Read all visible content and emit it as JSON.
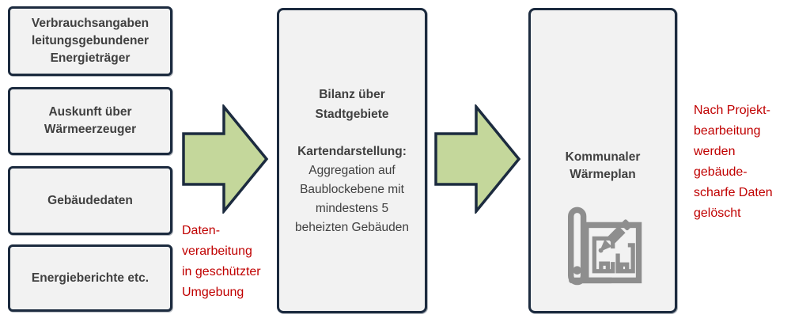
{
  "diagram": {
    "source_boxes": [
      {
        "label": "Verbrauchsangaben leitungsgebundener Energieträger"
      },
      {
        "label": "Auskunft über Wärmeerzeuger"
      },
      {
        "label": "Gebäudedaten"
      },
      {
        "label": "Energieberichte etc."
      }
    ],
    "center_box": {
      "title": "Bilanz über Stadtgebiete",
      "subtitle": "Kartendarstellung:",
      "body": "Aggregation auf Baublockebene mit mindestens 5 beheizten Gebäuden"
    },
    "result_box": {
      "title": "Kommunaler Wärmeplan",
      "icon": "blueprint-pencil-icon"
    },
    "notes": {
      "processing": "Daten-\nverarbeitung\nin geschützter\nUmgebung",
      "deletion": "Nach Projekt-\nbearbeitung\nwerden\ngebäude-\nscharfe Daten\ngelöscht"
    },
    "colors": {
      "box_fill": "#f2f2f2",
      "box_border": "#1c2b3f",
      "arrow_fill": "#c4d79b",
      "text_gray": "#404040",
      "note_red": "#c00000",
      "icon_gray": "#8e8e8e"
    }
  }
}
